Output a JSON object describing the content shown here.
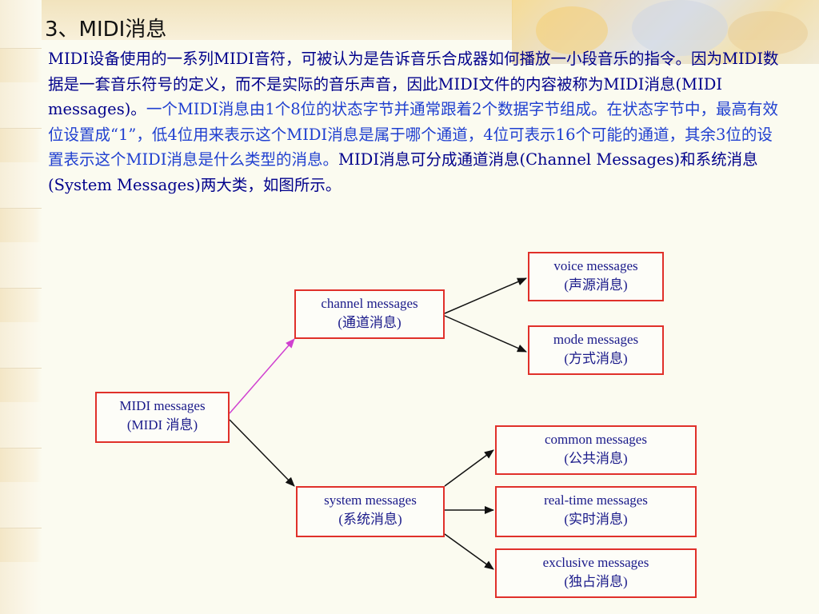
{
  "slide": {
    "title": "3、MIDI消息",
    "paragraph_black_1": "MIDI设备使用的一系列MIDI音符，可被认为是告诉音乐合成器如何播放一小段音乐的指令。因为MIDI数据是一套音乐符号的定义，而不是实际的音乐声音，因此MIDI文件的内容被称为MIDI消息(MIDI messages)。",
    "paragraph_blue": "一个MIDI消息由1个8位的状态字节并通常跟着2个数据字节组成。在状态字节中，最高有效位设置成“1”，低4位用来表示这个MIDI消息是属于哪个通道，4位可表示16个可能的通道，其余3位的设置表示这个MIDI消息是什么类型的消息。",
    "paragraph_black_2": "MIDI消息可分成通道消息(Channel Messages)和系统消息(System Messages)两大类，如图所示。"
  },
  "diagram": {
    "root": {
      "en": "MIDI messages",
      "zh": "(MIDI 消息)"
    },
    "channel": {
      "en": "channel messages",
      "zh": "(通道消息)"
    },
    "voice": {
      "en": "voice messages",
      "zh": "(声源消息)"
    },
    "mode": {
      "en": "mode messages",
      "zh": "(方式消息)"
    },
    "system": {
      "en": "system messages",
      "zh": "(系统消息)"
    },
    "common": {
      "en": "common messages",
      "zh": "(公共消息)"
    },
    "realtime": {
      "en": "real-time messages",
      "zh": "(实时消息)"
    },
    "exclusive": {
      "en": "exclusive messages",
      "zh": "(独占消息)"
    }
  },
  "colors": {
    "box_border": "#e0302a",
    "text_dark_blue": "#00008b",
    "text_blue": "#1f3fd0",
    "arrow_magenta": "#d040d0",
    "arrow_black": "#111111"
  }
}
